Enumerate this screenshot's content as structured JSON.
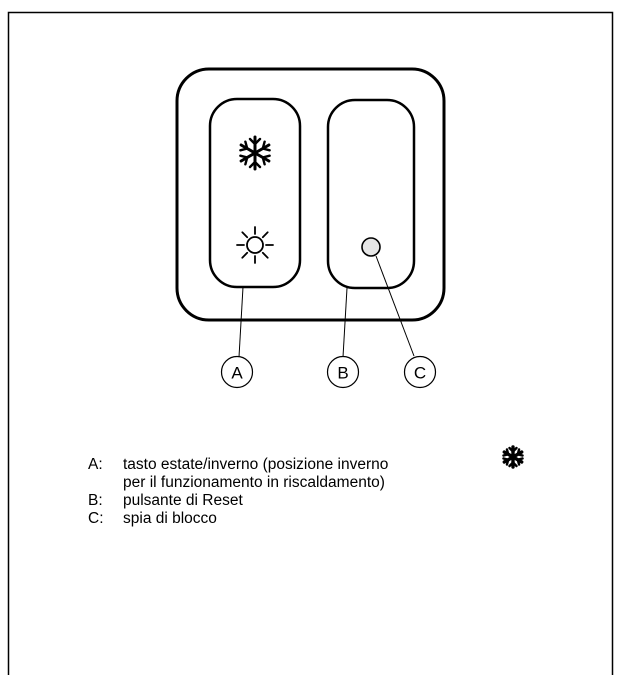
{
  "callouts": {
    "a": "A",
    "b": "B",
    "c": "C"
  },
  "panel_icons": [
    "snowflake-icon",
    "sun-icon"
  ],
  "legend": [
    {
      "key": "A:",
      "text": "tasto estate/inverno (posizione inverno\nper il funzionamento in riscaldamento)",
      "icon": "snowflake-icon"
    },
    {
      "key": "B:",
      "text": "pulsante di Reset"
    },
    {
      "key": "C:",
      "text": "spia di blocco"
    }
  ],
  "colors": {
    "line": "#000000",
    "indicator_light": "#e6e6e6",
    "background": "#ffffff"
  }
}
